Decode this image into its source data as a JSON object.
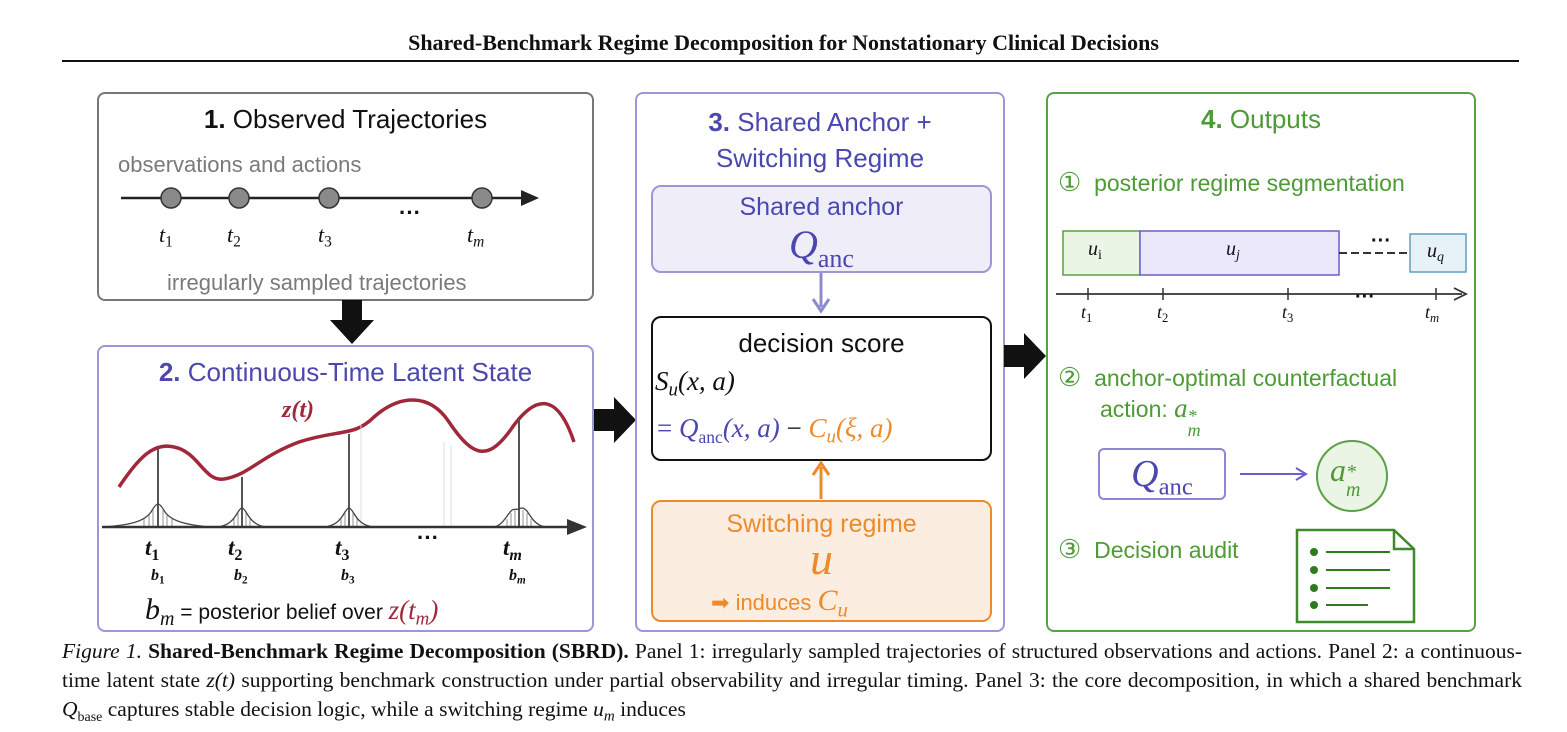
{
  "header": {
    "title": "Shared-Benchmark Regime Decomposition for Nonstationary Clinical Decisions"
  },
  "panel1": {
    "number": "1.",
    "title": "Observed Trajectories",
    "subtitle": "observations and actions",
    "ticks": [
      "t",
      "t",
      "t",
      "t"
    ],
    "tick_subs": [
      "1",
      "2",
      "3",
      "m"
    ],
    "ellipsis": "···",
    "footer": "irregularly sampled trajectories"
  },
  "panel2": {
    "number": "2.",
    "title": "Continuous-Time Latent State",
    "curve_label": "z(t)",
    "ticks": [
      "t",
      "t",
      "t",
      "t"
    ],
    "tick_subs": [
      "1",
      "2",
      "3",
      "m"
    ],
    "belief_labels": [
      "b",
      "b",
      "b",
      "b"
    ],
    "belief_subs": [
      "1",
      "2",
      "3",
      "m"
    ],
    "ellipsis": "···",
    "footer_symbol": "b",
    "footer_symbol_sub": "m",
    "footer_text": " = posterior belief over ",
    "footer_z": "z(t",
    "footer_z_sub": "m",
    "footer_z_close": ")"
  },
  "panel3": {
    "number": "3.",
    "title_line1": "Shared Anchor +",
    "title_line2": "Switching Regime",
    "anchor_box": {
      "label": "Shared anchor",
      "symbol": "Q",
      "symbol_sub": "anc"
    },
    "score_box": {
      "label": "decision score",
      "line1": "S",
      "line1_sub": "u",
      "line1_rest": "(x, a)",
      "line2_eq": "= ",
      "line2_q": "Q",
      "line2_q_sub": "anc",
      "line2_q_rest": "(x, a)",
      "line2_minus": " − ",
      "line2_c": "C",
      "line2_c_sub": "u",
      "line2_c_rest": "(ξ, a)"
    },
    "regime_box": {
      "label": "Switching regime",
      "symbol": "u",
      "induces_arrow": "➡",
      "induces_text": "induces",
      "induces_sym": "C",
      "induces_sub": "u"
    }
  },
  "panel4": {
    "number": "4.",
    "title": "Outputs",
    "item1": {
      "marker": "①",
      "label": "posterior regime segmentation"
    },
    "segments": [
      {
        "sym": "u",
        "sub": "i"
      },
      {
        "sym": "u",
        "sub": "j"
      },
      {
        "sym": "u",
        "sub": "q"
      }
    ],
    "seg_ellipsis": "···",
    "ticks": [
      "t",
      "t",
      "t",
      "t"
    ],
    "tick_subs": [
      "1",
      "2",
      "3",
      "m"
    ],
    "ellipsis": "···",
    "item2": {
      "marker": "②",
      "label_line1": "anchor-optimal counterfactual",
      "label_line2": "action:",
      "sym": "a",
      "sup": "*",
      "sub": "m"
    },
    "q_box": {
      "sym": "Q",
      "sub": "anc"
    },
    "a_circle": {
      "sym": "a",
      "sup": "*",
      "sub": "m"
    },
    "item3": {
      "marker": "③",
      "label": "Decision audit"
    }
  },
  "caption": {
    "fig_label": "Figure 1.",
    "bold": "Shared-Benchmark Regime Decomposition (SBRD).",
    "text1": " Panel 1: irregularly sampled trajectories of structured observations and actions. Panel 2: a continuous-time latent state ",
    "z": "z(t)",
    "text2": " supporting benchmark construction under partial observability and irregular timing. Panel 3: the core decomposition, in which a shared benchmark ",
    "q": "Q",
    "q_sub": "base",
    "text3": " captures stable decision logic, while a switching regime ",
    "u": "u",
    "u_sub": "m",
    "text4": " induces"
  },
  "colors": {
    "purple": "#4b47b0",
    "green": "#4e9a35",
    "orange": "#ec8a2c",
    "maroon": "#a0283a",
    "gray": "#7a7a7a"
  }
}
